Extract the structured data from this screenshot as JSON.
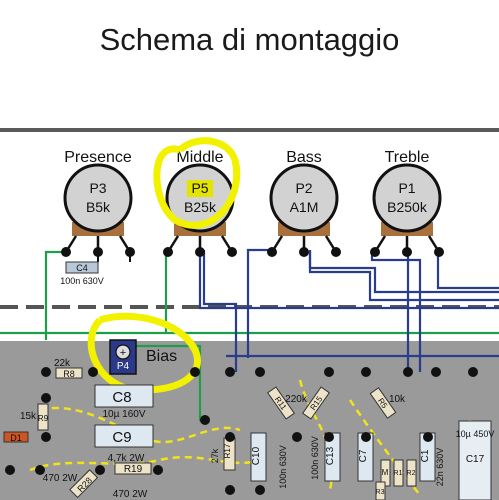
{
  "page": {
    "title": "Schema di montaggio"
  },
  "pots": [
    {
      "name": "Presence",
      "ref": "P3",
      "value": "B5k"
    },
    {
      "name": "Middle",
      "ref": "P5",
      "value": "B25k"
    },
    {
      "name": "Bass",
      "ref": "P2",
      "value": "A1M"
    },
    {
      "name": "Treble",
      "ref": "P1",
      "value": "B250k"
    }
  ],
  "caps": {
    "c4": {
      "ref": "C4",
      "value": "100n 630V"
    },
    "c8": {
      "ref": "C8",
      "value": "10µ 160V"
    },
    "c9": {
      "ref": "C9",
      "value": "4,7k 2W"
    },
    "c10": {
      "ref": "C10"
    },
    "c10v": {
      "value": "100n 630V"
    },
    "c13": {
      "ref": "C13",
      "value": "100n 630V"
    },
    "c7": {
      "ref": "C7"
    },
    "c1": {
      "ref": "C1",
      "value": "22n 630V"
    },
    "c17": {
      "ref": "C17",
      "value": "10µ 450V"
    }
  },
  "resistors": {
    "r8": {
      "ref": "R8",
      "value": "22k"
    },
    "r9": {
      "ref": "R9",
      "value": "15k"
    },
    "r19": {
      "ref": "R19"
    },
    "r28": {
      "ref": "R28",
      "value": "470 2W"
    },
    "r28b": {
      "value": "470 2W"
    },
    "r11": {
      "ref": "R11",
      "value": "220k"
    },
    "r15": {
      "ref": "R15"
    },
    "r17": {
      "ref": "R17",
      "value": "27k"
    },
    "r5": {
      "ref": "R5",
      "value": "10k"
    },
    "r1": {
      "ref": "R1"
    },
    "r2": {
      "ref": "R2"
    },
    "r3": {
      "ref": "R3"
    },
    "m": {
      "ref": "M"
    }
  },
  "diode": {
    "ref": "D1"
  },
  "bias": {
    "ref": "P4",
    "label": "Bias"
  },
  "colors": {
    "highlight": "#f2f200",
    "green_wire": "#1e9e4a",
    "blue_wire": "#2a3c8c",
    "board": "#9a9a9a",
    "pot_body": "#d2d2d2",
    "lug": "#a8703c"
  }
}
